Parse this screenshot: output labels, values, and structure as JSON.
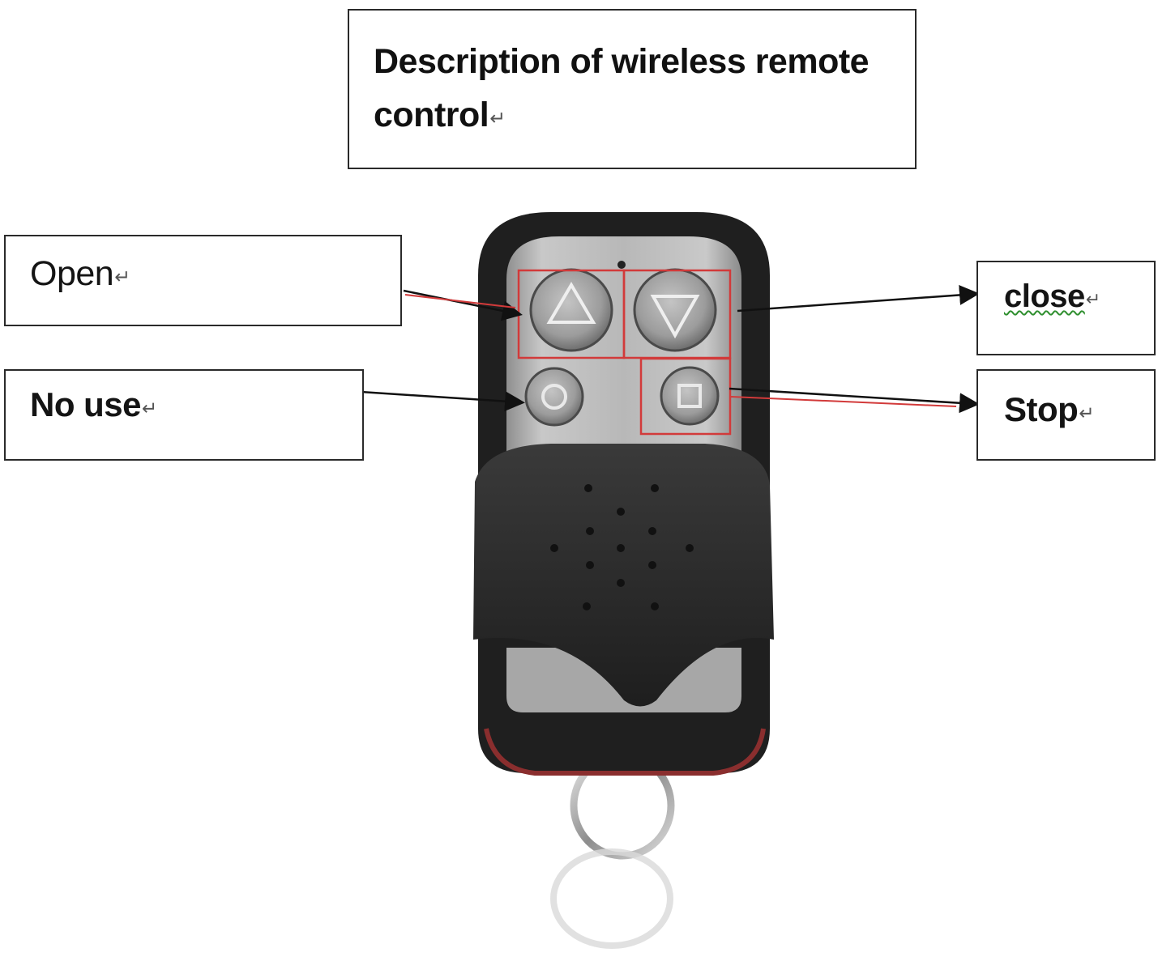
{
  "title": "Description of wireless remote control",
  "labels": {
    "open": "Open",
    "close": "close",
    "no_use": "No use",
    "stop": "Stop"
  },
  "return_mark": "↵",
  "colors": {
    "annotation_red": "#d23a3a",
    "arrow": "#111111",
    "box_border": "#2a2a2a",
    "fob_black": "#2b2b2b",
    "fob_metal": "#b4b4b4",
    "button_grey": "#9a9a9a"
  },
  "icons": {
    "open_button": "up-triangle-icon",
    "close_button": "down-triangle-icon",
    "no_use_button": "circle-icon",
    "stop_button": "square-icon"
  }
}
